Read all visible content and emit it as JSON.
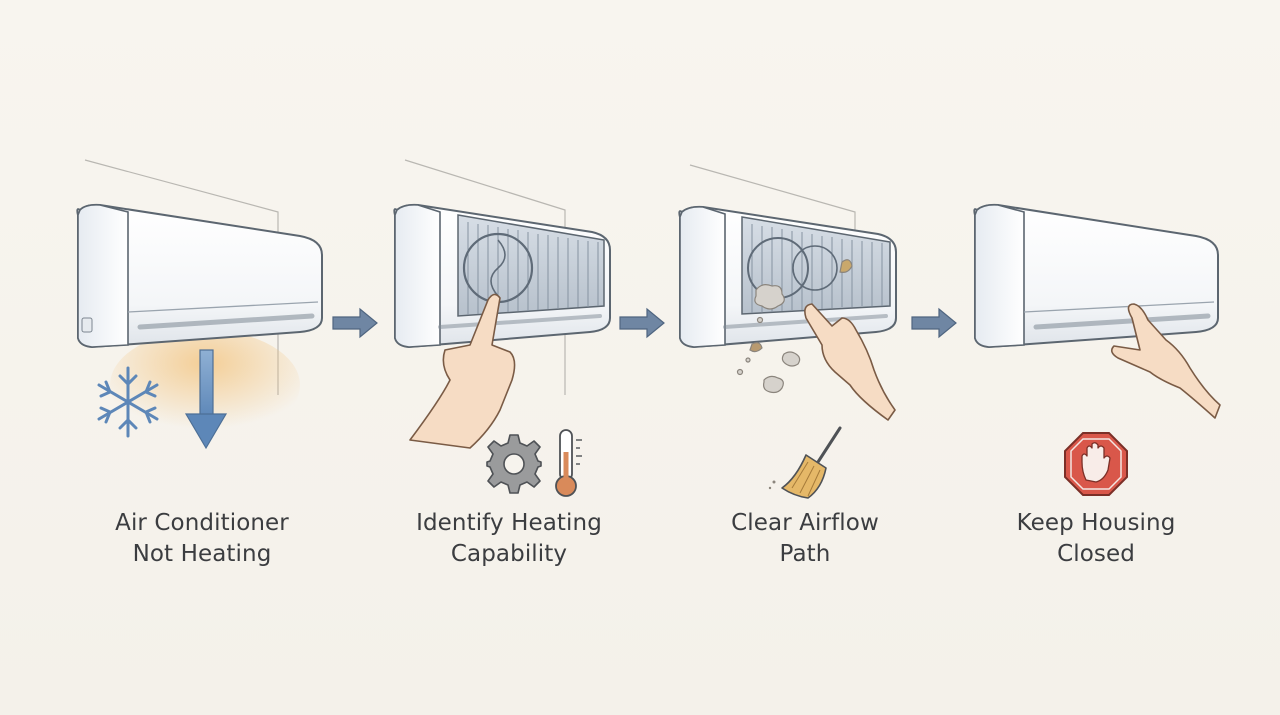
{
  "steps": [
    {
      "line1": "Air Conditioner",
      "line2": "Not Heating"
    },
    {
      "line1": "Identify Heating",
      "line2": "Capability"
    },
    {
      "line1": "Clear Airflow",
      "line2": "Path"
    },
    {
      "line1": "Keep Housing",
      "line2": "Closed"
    }
  ],
  "colors": {
    "background": "#f6f3ed",
    "unit_body": "#ffffff",
    "unit_outline": "#5c6670",
    "arrow": "#6f86a3",
    "cold_blue": "#5d87b8",
    "warm_glow": "#f3c27a",
    "skin": "#f6dcc4",
    "stop_red": "#d9574a"
  },
  "icons": [
    "snowflake-icon",
    "down-arrow-icon",
    "gear-icon",
    "thermometer-icon",
    "broom-icon",
    "stop-hand-icon"
  ]
}
